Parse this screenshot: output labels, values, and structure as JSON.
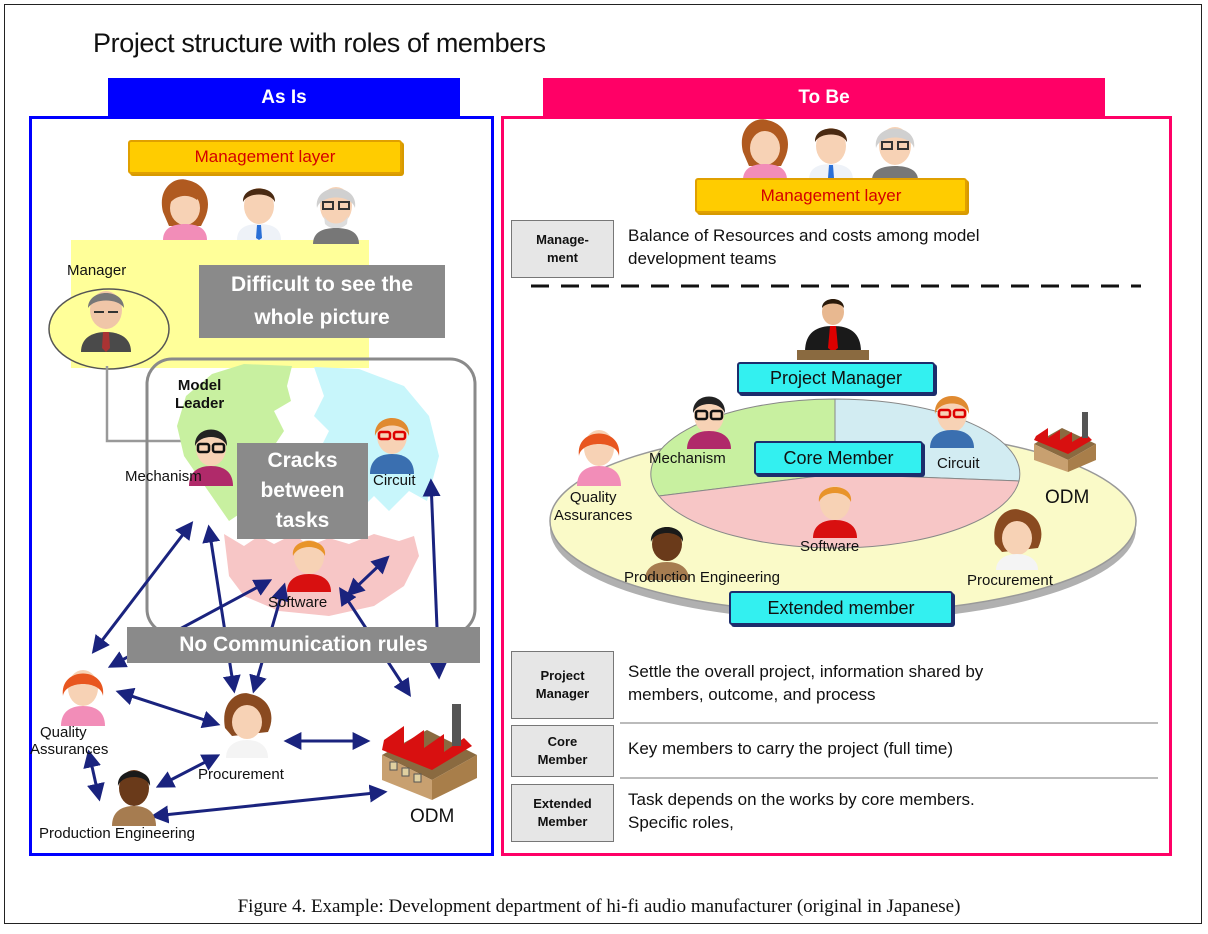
{
  "title": "Project structure with roles of members",
  "caption": "Figure 4.  Example: Development department of hi-fi audio manufacturer (original in Japanese)",
  "colors": {
    "as_is": "#0000ff",
    "to_be": "#ff0066",
    "arrow": "#1a237e",
    "mgmt_fill": "#ffcc00",
    "cyan": "#33f0f0"
  },
  "as_is": {
    "header": "As Is",
    "management_layer": "Management layer",
    "manager": "Manager",
    "difficult_line1": "Difficult to see the",
    "difficult_line2": "whole picture",
    "model_leader_line1": "Model",
    "model_leader_line2": "Leader",
    "cracks_line1": "Cracks",
    "cracks_line2": "between",
    "cracks_line3": "tasks",
    "mechanism": "Mechanism",
    "circuit": "Circuit",
    "software": "Software",
    "no_comm": "No Communication rules",
    "quality_line1": "Quality",
    "quality_line2": "Assurances",
    "procurement": "Procurement",
    "production": "Production Engineering",
    "odm": "ODM"
  },
  "to_be": {
    "header": "To Be",
    "management_layer": "Management layer",
    "mgmt_label_line1": "Manage-",
    "mgmt_label_line2": "ment",
    "mgmt_text_line1": "Balance of Resources and costs among model",
    "mgmt_text_line2": "development teams",
    "project_manager": "Project Manager",
    "core_member": "Core Member",
    "extended_member": "Extended member",
    "mechanism": "Mechanism",
    "circuit": "Circuit",
    "software": "Software",
    "quality_line1": "Quality",
    "quality_line2": "Assurances",
    "production": "Production Engineering",
    "procurement": "Procurement",
    "odm": "ODM",
    "rows": [
      {
        "label1": "Project",
        "label2": "Manager",
        "text1": "Settle the overall project, information shared by",
        "text2": "members, outcome, and process"
      },
      {
        "label1": "Core",
        "label2": "Member",
        "text1": "Key members to carry the project (full time)",
        "text2": ""
      },
      {
        "label1": "Extended",
        "label2": "Member",
        "text1": "Task depends on the works by core members.",
        "text2": "Specific roles,"
      }
    ]
  },
  "icons": [
    "woman-avatar-icon",
    "man-avatar-icon",
    "elder-avatar-icon",
    "manager-avatar-icon",
    "glasses-avatar-icon",
    "redhead-avatar-icon",
    "factory-icon",
    "businessman-icon"
  ]
}
